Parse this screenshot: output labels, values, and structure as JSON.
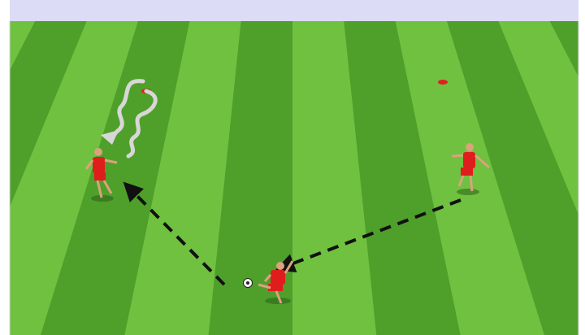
{
  "scene": {
    "kind": "soccer-drill-diagram",
    "colors": {
      "sky": "#dcdcf6",
      "grass_light": "#6fc13f",
      "grass_dark": "#4f9f2b",
      "frame_border": "#d7d7d7",
      "player_kit": "#e01d1d",
      "player_kit_shade": "#9c1111",
      "skin": "#d9a37c",
      "pass_arrow": "#111111",
      "dribble_path": "#d7d7d7",
      "cone": "#e02020",
      "ball": "#ffffff"
    },
    "icons": [
      "soccer-ball-icon",
      "cone-icon",
      "pass-arrow-icon",
      "dribble-arrow-icon"
    ],
    "players": [
      {
        "id": "left",
        "role": "receiver"
      },
      {
        "id": "right",
        "role": "passer"
      },
      {
        "id": "center",
        "role": "passer-with-ball"
      }
    ],
    "cones": 2,
    "passes": [
      {
        "from": "center",
        "to": "left"
      },
      {
        "from": "right",
        "to": "center"
      }
    ]
  }
}
